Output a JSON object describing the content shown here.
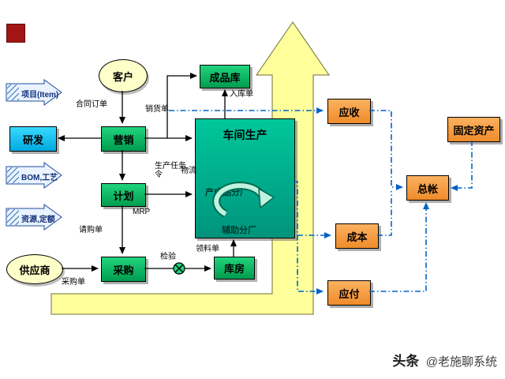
{
  "nodes": {
    "customer": "客户",
    "rnd": "研发",
    "marketing": "营销",
    "planning": "计划",
    "purchasing": "采购",
    "supplier": "供应商",
    "finished_goods_store": "成品库",
    "warehouse": "库房",
    "workshop": "车间生产",
    "workshop_branch_finished": "产成品分厂",
    "workshop_branch_auxiliary": "辅助分厂",
    "receivables": "应收",
    "fixed_assets": "固定资产",
    "general_ledger": "总帐",
    "cost": "成本",
    "payables": "应付"
  },
  "inputs": [
    "项目(Item)",
    "BOM,工艺",
    "资源,定额"
  ],
  "edge_labels": {
    "contract_order": "合同订单",
    "sales_order": "销货单",
    "production_order": "生产任务令",
    "logistics": "物流",
    "mrp": "MRP",
    "purchase_requisition": "请购单",
    "purchase_order": "采购单",
    "inspection": "检验",
    "material_issue": "领料单",
    "stock_in": "入库单"
  },
  "watermark": {
    "brand": "头条",
    "account": "@老施聊系统"
  },
  "colors": {
    "process_green": "#00a050",
    "workshop_teal": "#00a88a",
    "finance_orange": "#f59b45",
    "rnd_cyan": "#00c0e8",
    "entity_yellow": "#ffffc9",
    "flow_dash_blue": "#0063c6",
    "big_arrow_yellow": "#ffff9c",
    "input_arrow_blue": "#1f4e9c"
  }
}
